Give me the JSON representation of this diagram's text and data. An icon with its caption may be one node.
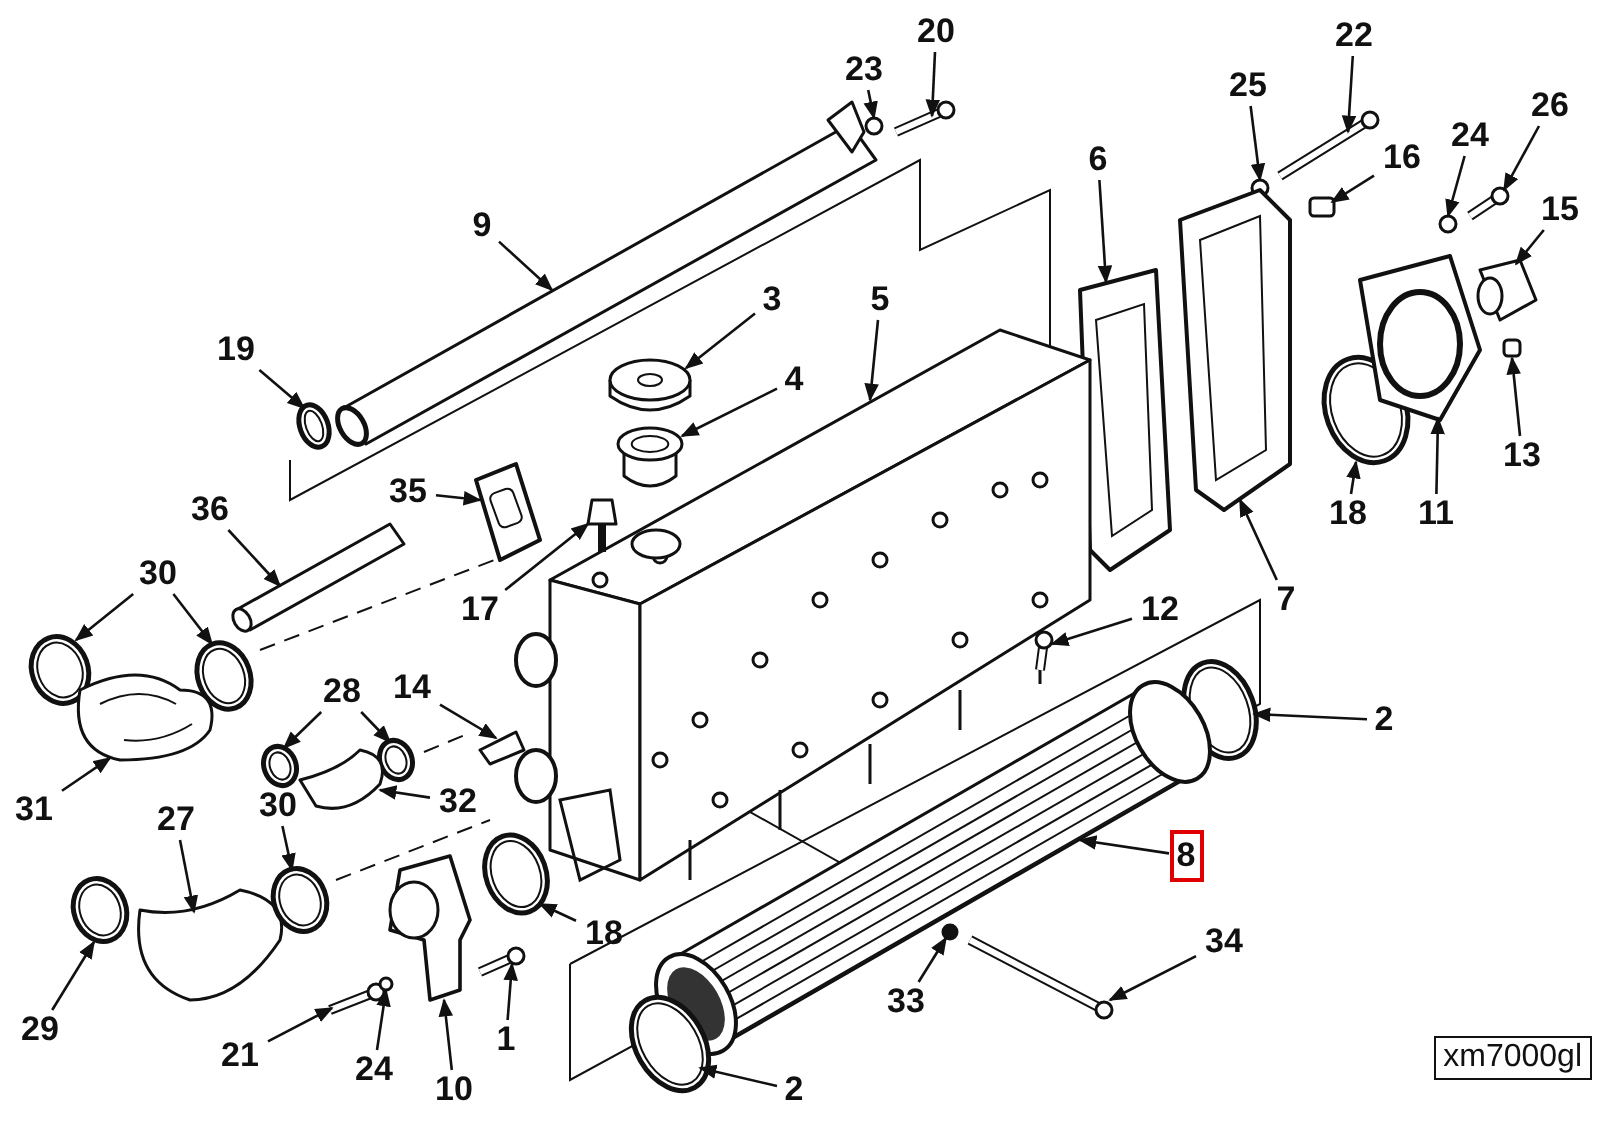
{
  "diagram": {
    "nodes": [
      {
        "text": [
          "20"
        ]
      },
      {
        "text": [
          "22"
        ]
      },
      {
        "text": [
          "23"
        ]
      },
      {
        "text": [
          "25"
        ]
      },
      {
        "text": [
          "26"
        ]
      },
      {
        "text": [
          "16"
        ]
      },
      {
        "text": [
          "24"
        ]
      },
      {
        "text": [
          "6"
        ]
      },
      {
        "text": [
          "15"
        ]
      },
      {
        "text": [
          "9"
        ]
      },
      {
        "text": [
          "3"
        ]
      },
      {
        "text": [
          "5"
        ]
      },
      {
        "text": [
          "19"
        ]
      },
      {
        "text": [
          "4"
        ]
      },
      {
        "text": [
          "13"
        ]
      },
      {
        "text": [
          "35"
        ]
      },
      {
        "text": [
          "18"
        ]
      },
      {
        "text": [
          "11"
        ]
      },
      {
        "text": [
          "36"
        ]
      },
      {
        "text": [
          "17"
        ]
      },
      {
        "text": [
          "7"
        ]
      },
      {
        "text": [
          "30"
        ]
      },
      {
        "text": [
          "12"
        ]
      },
      {
        "text": [
          "2"
        ]
      },
      {
        "text": [
          "14"
        ]
      },
      {
        "text": [
          "28"
        ]
      },
      {
        "text": [
          "31"
        ]
      },
      {
        "text": [
          "32"
        ]
      },
      {
        "text": [
          "8"
        ]
      },
      {
        "text": [
          "27"
        ]
      },
      {
        "text": [
          "30"
        ]
      },
      {
        "text": [
          "18"
        ]
      },
      {
        "text": [
          "34"
        ]
      },
      {
        "text": [
          "29"
        ]
      },
      {
        "text": [
          "21"
        ]
      },
      {
        "text": [
          "24"
        ]
      },
      {
        "text": [
          "1"
        ]
      },
      {
        "text": [
          "33"
        ]
      },
      {
        "text": [
          "10"
        ]
      },
      {
        "text": [
          "2"
        ]
      },
      {
        "text": [],
        "shape": "picture"
      },
      {
        "text": [],
        "shape": "picture"
      },
      {
        "text": [],
        "shape": "circle"
      },
      {
        "text": [],
        "shape": "circle"
      },
      {
        "text": [],
        "shape": "picture"
      },
      {
        "text": [],
        "shape": "box"
      },
      {
        "text": [],
        "shape": "circle"
      },
      {
        "text": [],
        "shape": "picture"
      },
      {
        "text": [],
        "shape": "picture"
      },
      {
        "text": [],
        "shape": "picture"
      },
      {
        "text": [],
        "shape": "picture"
      },
      {
        "text": [],
        "shape": "picture"
      },
      {
        "text": [],
        "shape": "picture"
      },
      {
        "text": [],
        "shape": "cylinder"
      },
      {
        "text": [],
        "shape": "box"
      },
      {
        "text": [],
        "shape": "picture"
      },
      {
        "text": [],
        "shape": "picture"
      },
      {
        "text": [],
        "shape": "picture"
      },
      {
        "text": [],
        "shape": "picture"
      },
      {
        "text": [],
        "shape": "picture"
      },
      {
        "text": [],
        "shape": "picture"
      },
      {
        "text": [],
        "shape": "picture"
      },
      {
        "text": [],
        "shape": "picture"
      },
      {
        "text": [],
        "shape": "picture"
      },
      {
        "text": [],
        "shape": "picture"
      },
      {
        "text": [],
        "shape": "picture"
      },
      {
        "text": [],
        "shape": "picture"
      },
      {
        "text": [],
        "shape": "picture"
      },
      {
        "text": [],
        "shape": "picture"
      },
      {
        "text": [],
        "shape": "picture"
      },
      {
        "text": [],
        "shape": "picture"
      },
      {
        "text": [],
        "shape": "picture"
      },
      {
        "text": [],
        "shape": "picture"
      },
      {
        "text": [],
        "shape": "picture"
      },
      {
        "text": [],
        "shape": "picture"
      },
      {
        "text": [],
        "shape": "picture"
      },
      {
        "text": [],
        "shape": "picture"
      },
      {
        "text": [],
        "shape": "circle"
      },
      {
        "text": [],
        "shape": "picture"
      },
      {
        "text": [],
        "shape": "circle"
      },
      {
        "text": [],
        "shape": "picture"
      },
      {
        "text": [],
        "shape": "picture"
      }
    ],
    "edges": [
      {
        "from": 0,
        "to": 40,
        "arrow": "to"
      },
      {
        "from": 1,
        "to": 41,
        "arrow": "to"
      },
      {
        "from": 2,
        "to": 42,
        "arrow": "to"
      },
      {
        "from": 3,
        "to": 43,
        "arrow": "to"
      },
      {
        "from": 4,
        "to": 44,
        "arrow": "to"
      },
      {
        "from": 5,
        "to": 45,
        "arrow": "to"
      },
      {
        "from": 6,
        "to": 46,
        "arrow": "to"
      },
      {
        "from": 7,
        "to": 47,
        "arrow": "to"
      },
      {
        "from": 8,
        "to": 48,
        "arrow": "to"
      },
      {
        "from": 9,
        "to": 49,
        "arrow": "to"
      },
      {
        "from": 10,
        "to": 50,
        "arrow": "to"
      },
      {
        "from": 11,
        "to": 51,
        "arrow": "to"
      },
      {
        "from": 12,
        "to": 52,
        "arrow": "to"
      },
      {
        "from": 13,
        "to": 53,
        "arrow": "to"
      },
      {
        "from": 14,
        "to": 54,
        "arrow": "to"
      },
      {
        "from": 15,
        "to": 55,
        "arrow": "to"
      },
      {
        "from": 16,
        "to": 56,
        "arrow": "to"
      },
      {
        "from": 17,
        "to": 57,
        "arrow": "to"
      },
      {
        "from": 18,
        "to": 58,
        "arrow": "to"
      },
      {
        "from": 19,
        "to": 59,
        "arrow": "to"
      },
      {
        "from": 20,
        "to": 60,
        "arrow": "to"
      },
      {
        "from": 21,
        "to": 61,
        "arrow": "to"
      },
      {
        "from": 21,
        "to": 62,
        "arrow": "to"
      },
      {
        "from": 22,
        "to": 63,
        "arrow": "to"
      },
      {
        "from": 23,
        "to": 64,
        "arrow": "to"
      },
      {
        "from": 24,
        "to": 65,
        "arrow": "to"
      },
      {
        "from": 25,
        "to": 66,
        "arrow": "to"
      },
      {
        "from": 25,
        "to": 67,
        "arrow": "to"
      },
      {
        "from": 26,
        "to": 68,
        "arrow": "to"
      },
      {
        "from": 27,
        "to": 69,
        "arrow": "to"
      },
      {
        "from": 28,
        "to": 70,
        "arrow": "to"
      },
      {
        "from": 29,
        "to": 71,
        "arrow": "to"
      },
      {
        "from": 30,
        "to": 72,
        "arrow": "to"
      },
      {
        "from": 31,
        "to": 73,
        "arrow": "to"
      },
      {
        "from": 32,
        "to": 74,
        "arrow": "to"
      },
      {
        "from": 33,
        "to": 75,
        "arrow": "to"
      },
      {
        "from": 34,
        "to": 76,
        "arrow": "to"
      },
      {
        "from": 35,
        "to": 77,
        "arrow": "to"
      },
      {
        "from": 36,
        "to": 78,
        "arrow": "to"
      },
      {
        "from": 37,
        "to": 79,
        "arrow": "to"
      },
      {
        "from": 38,
        "to": 80,
        "arrow": "to"
      },
      {
        "from": 39,
        "to": 81,
        "arrow": "to"
      }
    ],
    "labels": [
      "xm7000gl"
    ]
  }
}
